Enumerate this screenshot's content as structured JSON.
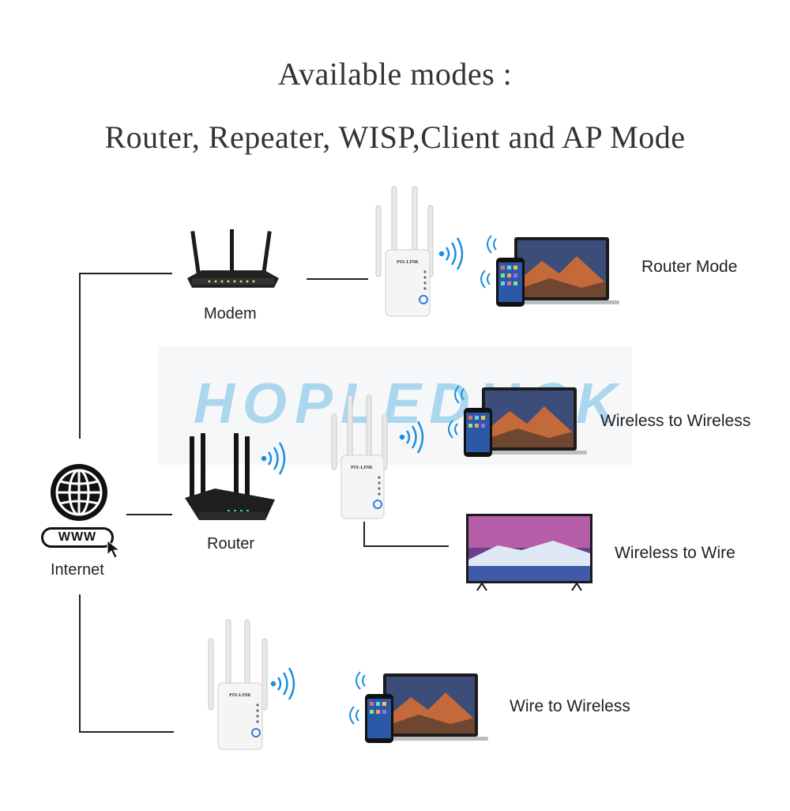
{
  "title": {
    "line1": "Available modes :",
    "line2": "Router, Repeater, WISP,Client and AP Mode"
  },
  "watermark": "HOPLEDUCK",
  "labels": {
    "modem": "Modem",
    "router": "Router",
    "internet": "Internet",
    "www": "WWW",
    "router_mode": "Router Mode",
    "wireless_to_wireless": "Wireless to Wireless",
    "wireless_to_wire": "Wireless to Wire",
    "wire_to_wireless": "Wire to Wireless"
  },
  "device_brand": "PIX-LINK",
  "icons": [
    "globe-icon",
    "cursor-icon",
    "wifi-signal-icon",
    "antenna-icon"
  ],
  "colors": {
    "signal_blue": "#1a8fe0",
    "line": "#222222",
    "repeater_body": "#f2f2f2",
    "router_black": "#1b1b1b",
    "watermark_blue": "#6ebee6"
  }
}
